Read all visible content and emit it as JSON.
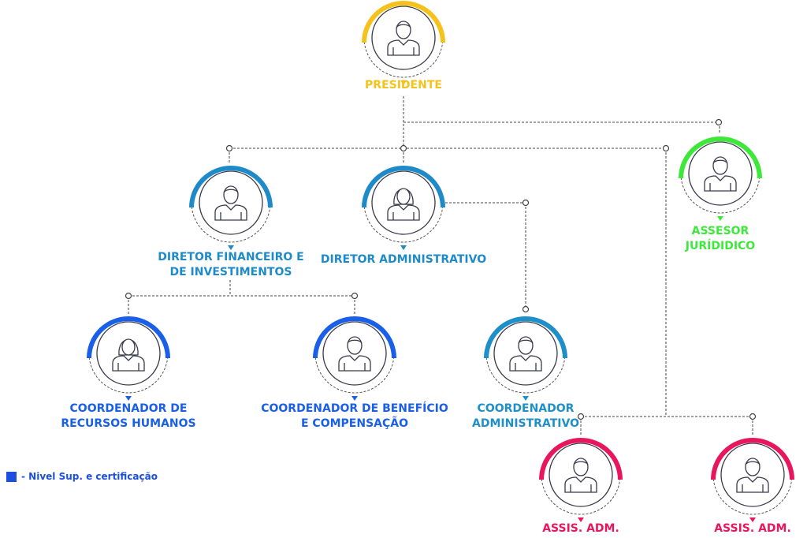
{
  "colors": {
    "president": "#f5c21b",
    "director": "#1e8bc8",
    "coordinator": "#1a5fe8",
    "coord_admin": "#1e8fc8",
    "advisor": "#3ee83a",
    "assistant": "#e8175d",
    "line": "#444444",
    "icon": "#3a3a4a"
  },
  "nodes": [
    {
      "id": "presidente",
      "lines": [
        "PRESIDENTE"
      ],
      "role": "president",
      "icon": "male-person-icon"
    },
    {
      "id": "diretor-financeiro",
      "lines": [
        "DIRETOR FINANCEIRO E",
        "DE INVESTIMENTOS"
      ],
      "role": "director",
      "icon": "male-person-icon"
    },
    {
      "id": "diretor-administrativo",
      "lines": [
        "DIRETOR ADMINISTRATIVO"
      ],
      "role": "director",
      "icon": "female-person-icon"
    },
    {
      "id": "assessor-juridico",
      "lines": [
        "ASSESOR",
        "JURÍDIDICO"
      ],
      "role": "advisor",
      "icon": "male-person-icon"
    },
    {
      "id": "coordenador-rh",
      "lines": [
        "COORDENADOR DE",
        "RECURSOS HUMANOS"
      ],
      "role": "coordinator",
      "icon": "female-person-icon"
    },
    {
      "id": "coordenador-beneficio",
      "lines": [
        "COORDENADOR DE BENEFÍCIO",
        "E COMPENSAÇÃO"
      ],
      "role": "coordinator",
      "icon": "male-person-icon"
    },
    {
      "id": "coordenador-administrativo",
      "lines": [
        "COORDENADOR",
        "ADMINISTRATIVO"
      ],
      "role": "coord_admin",
      "icon": "male-person-icon"
    },
    {
      "id": "assis-adm-1",
      "lines": [
        "ASSIS. ADM."
      ],
      "role": "assistant",
      "icon": "male-person-icon"
    },
    {
      "id": "assis-adm-2",
      "lines": [
        "ASSIS. ADM."
      ],
      "role": "assistant",
      "icon": "male-person-icon"
    }
  ],
  "legend": {
    "label": "- Nivel Sup. e certificação"
  }
}
